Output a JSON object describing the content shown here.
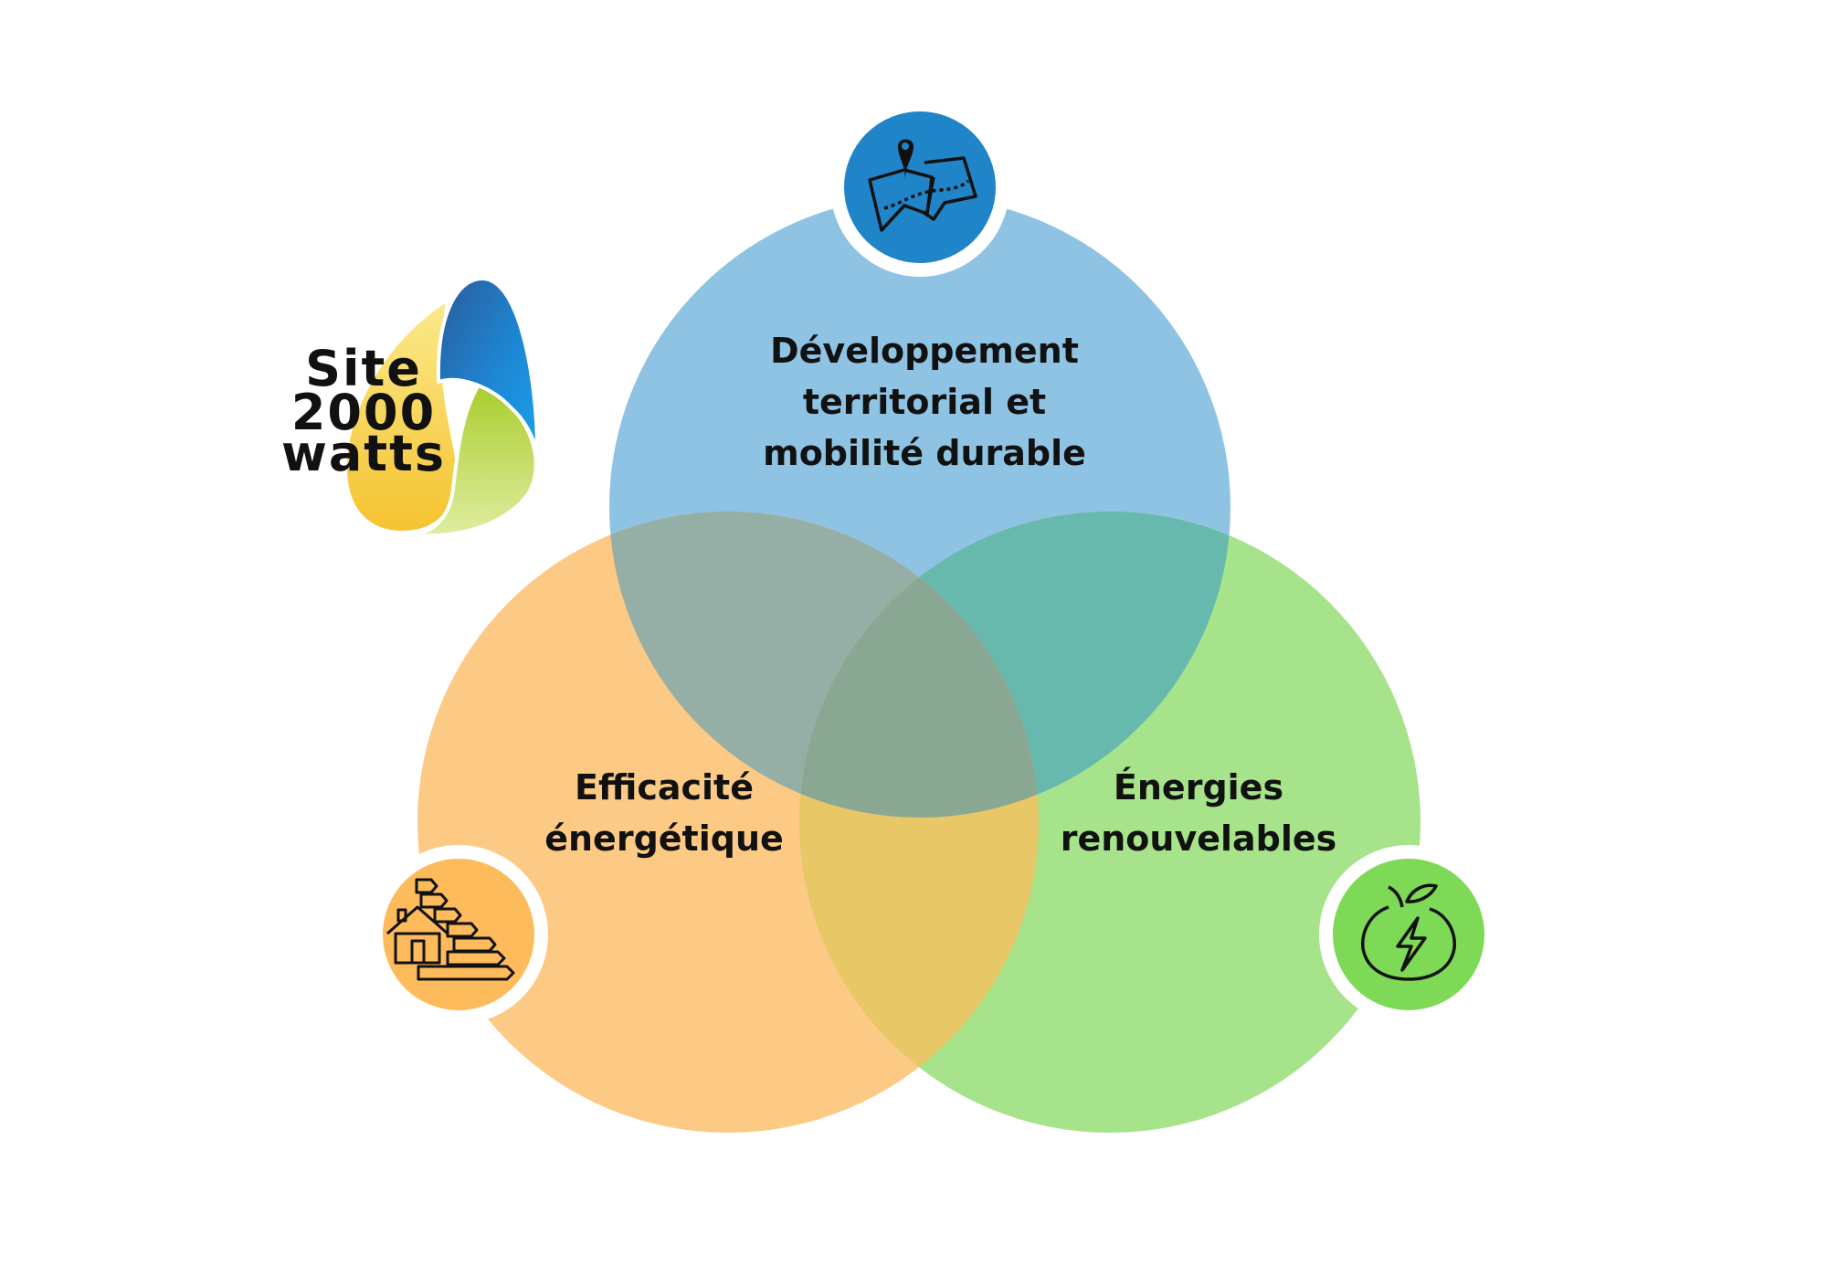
{
  "logo": {
    "lines": [
      "Site",
      "2000",
      "watts"
    ]
  },
  "diagram": {
    "type": "venn-3",
    "circles": [
      {
        "id": "mobility",
        "label_lines": [
          "Développement",
          "territorial et",
          "mobilité durable"
        ],
        "color": "#8fc3e4",
        "icon": "map-pin-icon",
        "icon_color": "#1f84c8"
      },
      {
        "id": "efficiency",
        "label_lines": [
          "Efficacité",
          "énergétique"
        ],
        "color": "#fcca85",
        "icon": "house-energy-rating-icon",
        "icon_color": "#fdbb5c"
      },
      {
        "id": "renewables",
        "label_lines": [
          "Énergies",
          "renouvelables"
        ],
        "color": "#a6e38a",
        "icon": "apple-lightning-icon",
        "icon_color": "#7ed957"
      }
    ]
  },
  "colors": {
    "overlap_blue_orange": "#95afa6",
    "overlap_blue_green": "#67b9ae",
    "overlap_orange_green": "#e8c767",
    "overlap_center": "#89a792",
    "logo_blue": "#1e88d6",
    "logo_yellow": "#f7cb37",
    "logo_green": "#b4d43a"
  }
}
